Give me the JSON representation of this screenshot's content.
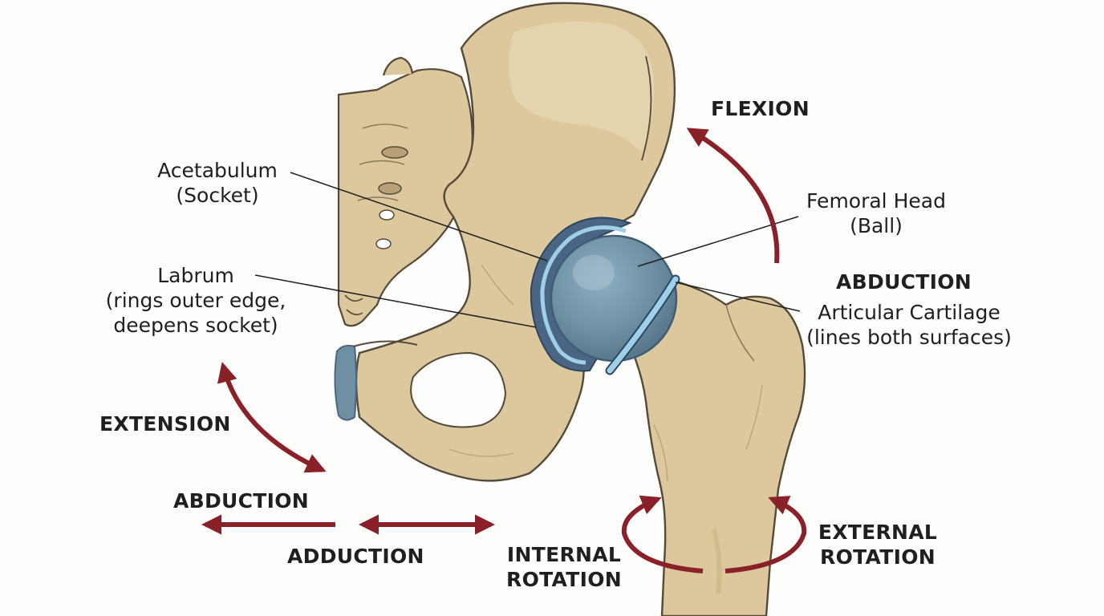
{
  "labels": {
    "acetabulum": {
      "title": "Acetabulum",
      "sub": "(Socket)"
    },
    "labrum": {
      "title": "Labrum",
      "sub1": "(rings outer edge,",
      "sub2": "deepens socket)"
    },
    "femoral_head": {
      "title": "Femoral Head",
      "sub": "(Ball)"
    },
    "cartilage": {
      "title": "Articular Cartilage",
      "sub": "(lines both surfaces)"
    }
  },
  "motions": {
    "flexion": "FLEXION",
    "abduction_right": "ABDUCTION",
    "extension": "EXTENSION",
    "abduction_left": "ABDUCTION",
    "adduction": "ADDUCTION",
    "internal_rotation": {
      "line1": "INTERNAL",
      "line2": "ROTATION"
    },
    "external_rotation": {
      "line1": "EXTERNAL",
      "line2": "ROTATION"
    }
  },
  "colors": {
    "bone": "#dcc89c",
    "bone_shadow": "#c9b283",
    "bone_outline": "#55493a",
    "ball": "#6f8fa3",
    "rim_dark": "#4a6684",
    "cartilage": "#9fd0ea",
    "arrow": "#8b2128"
  }
}
